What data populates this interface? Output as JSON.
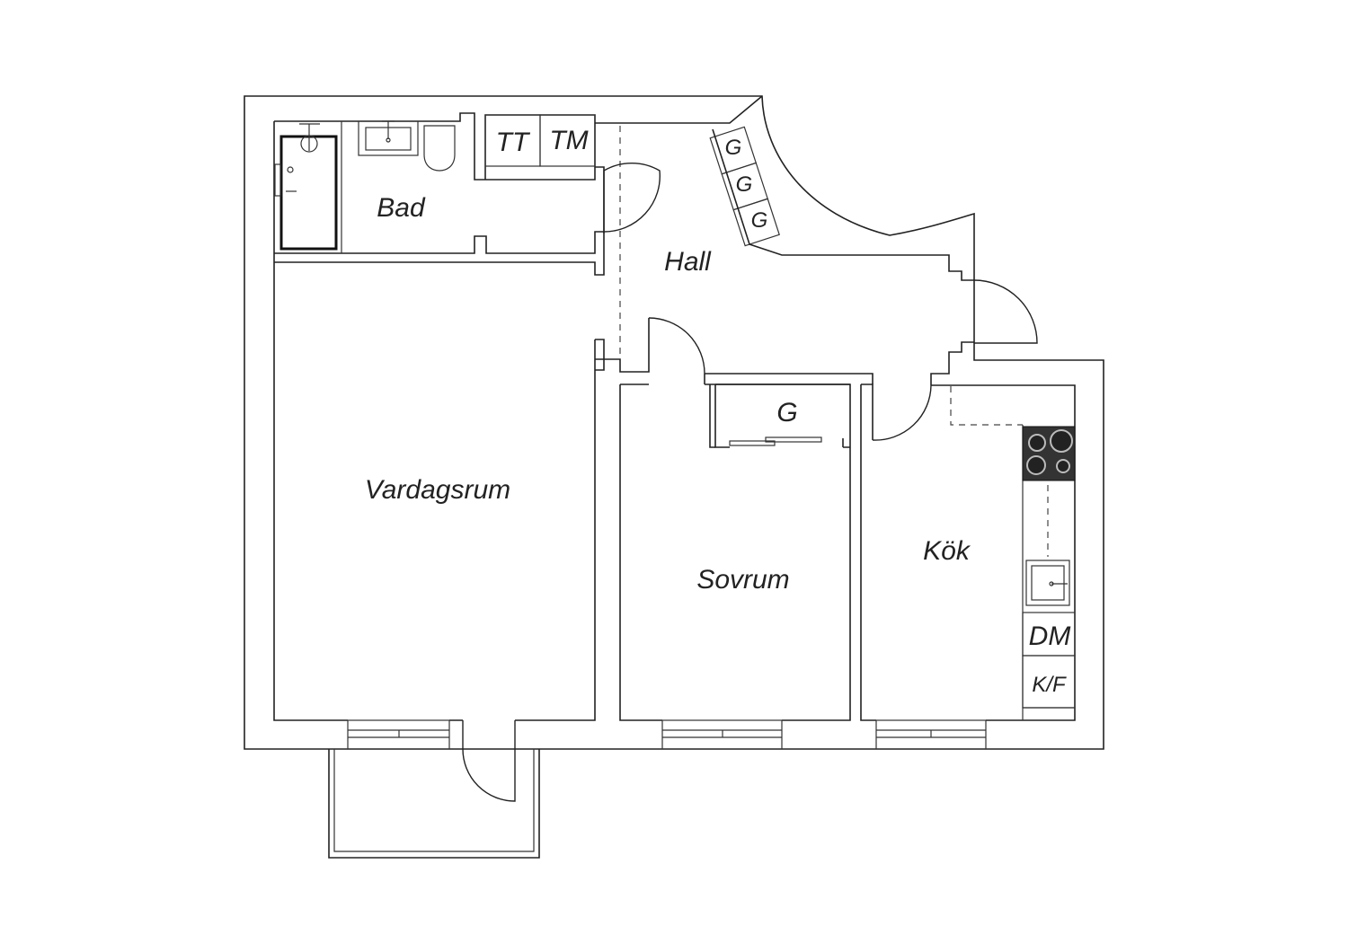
{
  "rooms": {
    "bad": "Bad",
    "hall": "Hall",
    "vardagsrum": "Vardagsrum",
    "sovrum": "Sovrum",
    "kok": "Kök"
  },
  "fixtures": {
    "tt": "TT",
    "tm": "TM",
    "hall_wardrobe": [
      "G",
      "G",
      "G"
    ],
    "sovrum_wardrobe": "G",
    "dm": "DM",
    "kf": "K/F"
  }
}
